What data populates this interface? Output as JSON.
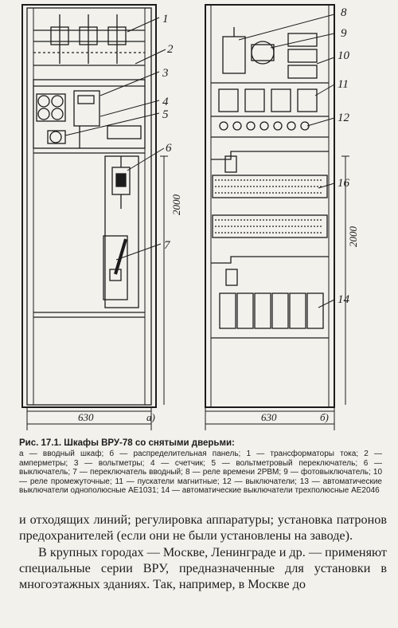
{
  "figure": {
    "callouts_left": [
      "1",
      "2",
      "3",
      "4",
      "5",
      "6",
      "7"
    ],
    "callouts_right": [
      "8",
      "9",
      "10",
      "11",
      "12",
      "16",
      "14"
    ],
    "height_dimension_left": "2000",
    "height_dimension_right": "2000",
    "width_dimension_left": "630",
    "width_dimension_right": "630",
    "panel_label_left": "а)",
    "panel_label_right": "б)"
  },
  "caption": {
    "title": "Рис. 17.1. Шкафы ВРУ-78 со снятыми дверьми:",
    "body": "а — вводный шкаф; б — распределительная панель; 1 — трансформаторы тока; 2 — амперметры; 3 — вольтметры; 4 — счетчик; 5 — вольтметровый переключатель; 6 — выключатель; 7 — переключатель вводный; 8 — реле времени 2РВМ; 9 — фотовыключатель; 10 — реле промежуточные; 11 — пускатели магнитные; 12 — выключатели; 13 — автоматические выключатели однополюсные АЕ1031; 14 — автоматические выключатели трехполюсные АЕ2046"
  },
  "body": {
    "paragraph1": "и отходящих линий; регулировка аппаратуры; установка патронов предохранителей (если они не были установлены на заводе).",
    "paragraph2": "В крупных городах — Москве, Ленинграде и др. — применяют специальные серии ВРУ, предназначенные для установки в многоэтажных зданиях. Так, например, в Москве до"
  }
}
